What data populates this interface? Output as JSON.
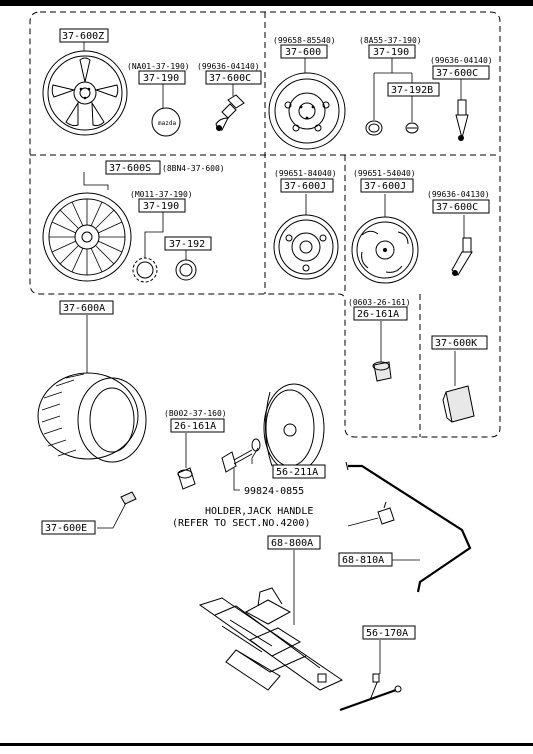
{
  "callouts": {
    "c600z": "37-600Z",
    "c190a": "37-190",
    "c600c_a": "37-600C",
    "c600": "37-600",
    "c190b": "37-190",
    "c192b": "37-192B",
    "c600c_b": "37-600C",
    "c600s": "37-600S",
    "c190c": "37-190",
    "c192": "37-192",
    "c600j_a": "37-600J",
    "c600j_b": "37-600J",
    "c600c_c": "37-600C",
    "c600a": "37-600A",
    "c161a_a": "26-161A",
    "c600k": "37-600K",
    "c161a_b": "26-161A",
    "c211a": "56-211A",
    "c600e": "37-600E",
    "c800a": "68-800A",
    "c810a": "68-810A",
    "c170a": "56-170A"
  },
  "part_numbers": {
    "p_na01": "(NA01-37-190)",
    "p_99636_a": "(99636-04140)",
    "p_99658": "(99658-85540)",
    "p_8a55": "(8A55-37-190)",
    "p_99636_b": "(99636-04140)",
    "p_8bn4": "(8BN4-37-600)",
    "p_m011": "(M011-37-190)",
    "p_99651_a": "(99651-84040)",
    "p_99651_b": "(99651-54040)",
    "p_99636_c": "(99636-04130)",
    "p_0603": "(0603-26-161)",
    "p_b002": "(B002-37-160)"
  },
  "texts": {
    "cap_brand": "mazda",
    "bolt_number": "99824-0855",
    "holder_line1": "HOLDER,JACK HANDLE",
    "holder_line2": "(REFER TO SECT.NO.4200)"
  }
}
